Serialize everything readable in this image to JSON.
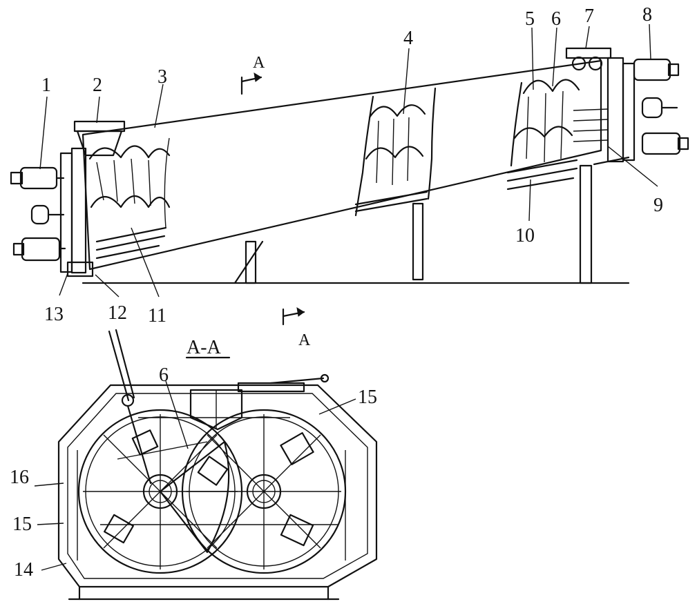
{
  "labels": {
    "n1": "1",
    "n2": "2",
    "n3": "3",
    "n4": "4",
    "n5": "5",
    "n6": "6",
    "n7": "7",
    "n8": "8",
    "n9": "9",
    "n10": "10",
    "n11": "11",
    "n12": "12",
    "n13": "13",
    "n14": "14",
    "n15a": "15",
    "n15b": "15",
    "n16": "16",
    "n6b": "6"
  },
  "section": {
    "marker_top": "A",
    "marker_bottom": "A",
    "title": "A-A"
  }
}
